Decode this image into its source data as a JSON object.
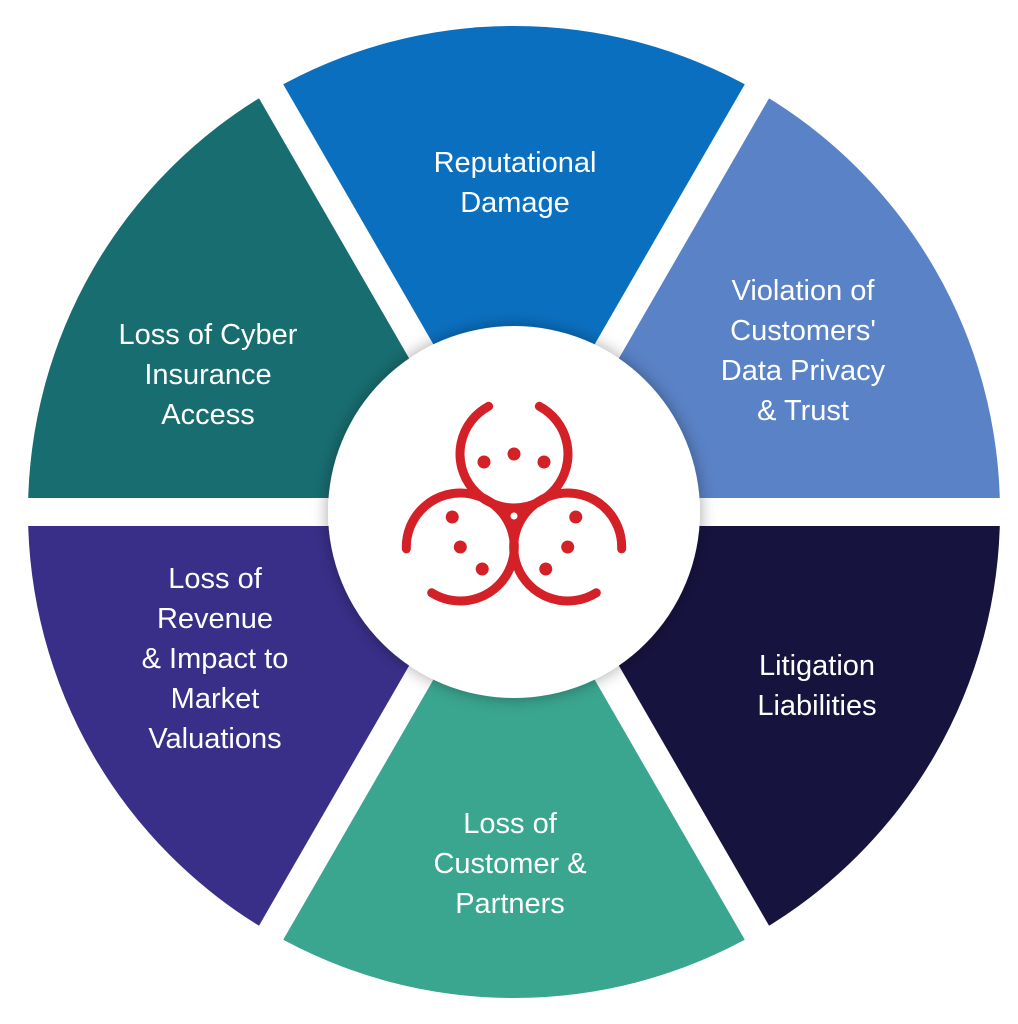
{
  "segments": [
    {
      "label": "Reputational\nDamage",
      "color": "#0b6fbf"
    },
    {
      "label": "Violation of\nCustomers'\nData Privacy\n& Trust",
      "color": "#5a82c6"
    },
    {
      "label": "Litigation\nLiabilities",
      "color": "#17133f"
    },
    {
      "label": "Loss of\nCustomer &\nPartners",
      "color": "#3aa68f"
    },
    {
      "label": "Loss of\nRevenue\n& Impact to\nMarket\nValuations",
      "color": "#3a2f88"
    },
    {
      "label": "Loss of Cyber\nInsurance\nAccess",
      "color": "#186d70"
    }
  ],
  "center_icon": {
    "name": "biohazard-icon",
    "color": "#d42027"
  }
}
